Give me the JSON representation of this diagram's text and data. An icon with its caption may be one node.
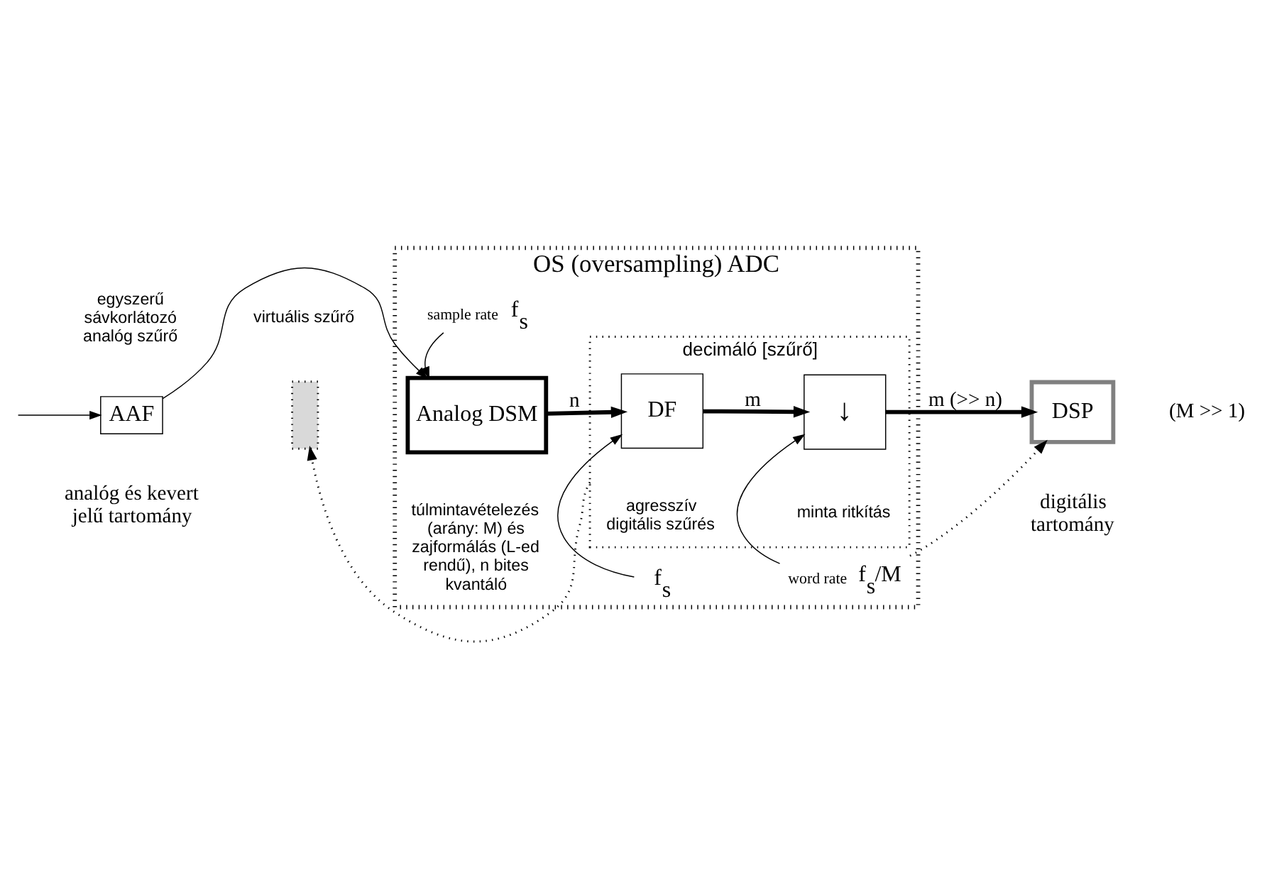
{
  "diagram": {
    "nodes": [
      {
        "text": [
          "OS (oversampling) ADC"
        ]
      },
      {
        "text": [
          "AAF"
        ],
        "beside": [
          "egyszerű sávkorlátozó analóg szűrő"
        ]
      },
      {
        "text": [],
        "shape": "box",
        "beside": [
          "virtuális szűrő"
        ]
      },
      {
        "text": [
          "Analog DSM"
        ],
        "in": 0,
        "beside": [
          "túlmintavételezés (arány: M) és zajformálás (L-ed rendű), n bites kvantáló"
        ]
      },
      {
        "text": [
          "decimáló [szűrő]"
        ],
        "in": 0
      },
      {
        "text": [
          "DF"
        ],
        "in": 4,
        "beside": [
          "agresszív digitális szűrés"
        ]
      },
      {
        "text": [
          "↓"
        ],
        "in": 4,
        "beside": [
          "minta ritkítás"
        ]
      },
      {
        "text": [
          "DSP"
        ]
      },
      {
        "text": [
          "f$_{s}$"
        ],
        "in": 0,
        "beside": [
          "sample rate"
        ]
      },
      {
        "text": [
          "f$_{s}$"
        ],
        "in": 0
      },
      {
        "text": [
          "f$_{s}$/M"
        ],
        "in": 0,
        "beside": [
          "word rate"
        ]
      }
    ],
    "edges": [
      {
        "from": null,
        "to": 1,
        "arrow": "to"
      },
      {
        "from": 1,
        "to": 3,
        "arrow": "to"
      },
      {
        "from": 3,
        "to": 5,
        "arrow": "to",
        "label": "n",
        "style": "thick"
      },
      {
        "from": 5,
        "to": 6,
        "arrow": "to",
        "label": "m",
        "style": "thick"
      },
      {
        "from": 6,
        "to": 7,
        "arrow": "to",
        "label": "m (>> n)",
        "style": "thick"
      },
      {
        "from": 8,
        "to": 3,
        "arrow": "to"
      },
      {
        "from": 9,
        "to": 5,
        "arrow": "to"
      },
      {
        "from": 10,
        "to": 6,
        "arrow": "to"
      },
      {
        "from": 10,
        "to": 7,
        "arrow": "to",
        "style": "dashed"
      },
      {
        "from": 4,
        "to": 2,
        "arrow": "to",
        "style": "dashed"
      }
    ],
    "labels": [
      "(M >> 1)",
      "analóg és kevert jelű tartomány",
      "digitális tartomány"
    ]
  }
}
